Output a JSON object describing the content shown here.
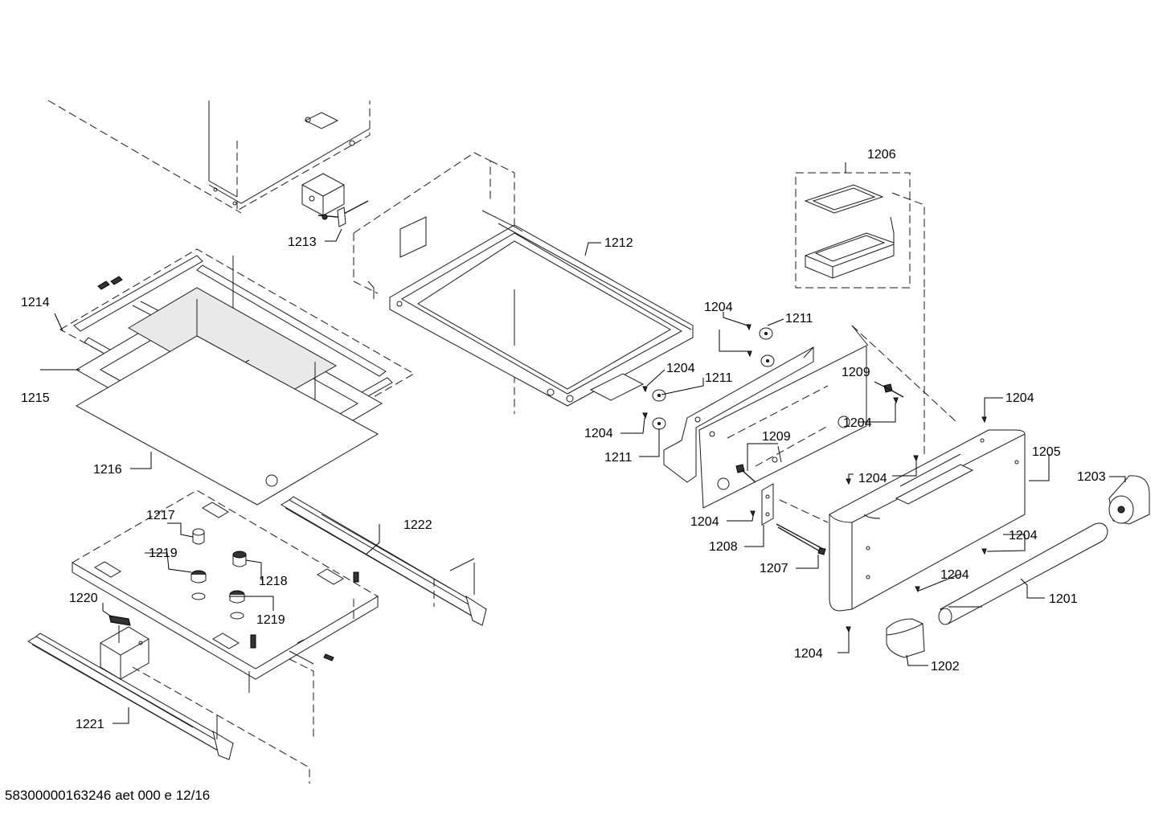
{
  "footer": "58300000163246 aet 000 e 12/16",
  "labels": {
    "p1201": "1201",
    "p1202": "1202",
    "p1203": "1203",
    "p1204": "1204",
    "p1205": "1205",
    "p1206": "1206",
    "p1207": "1207",
    "p1208": "1208",
    "p1209": "1209",
    "p1211": "1211",
    "p1212": "1212",
    "p1213": "1213",
    "p1214": "1214",
    "p1215": "1215",
    "p1216": "1216",
    "p1217": "1217",
    "p1218": "1218",
    "p1219": "1219",
    "p1220": "1220",
    "p1221": "1221",
    "p1222": "1222"
  }
}
